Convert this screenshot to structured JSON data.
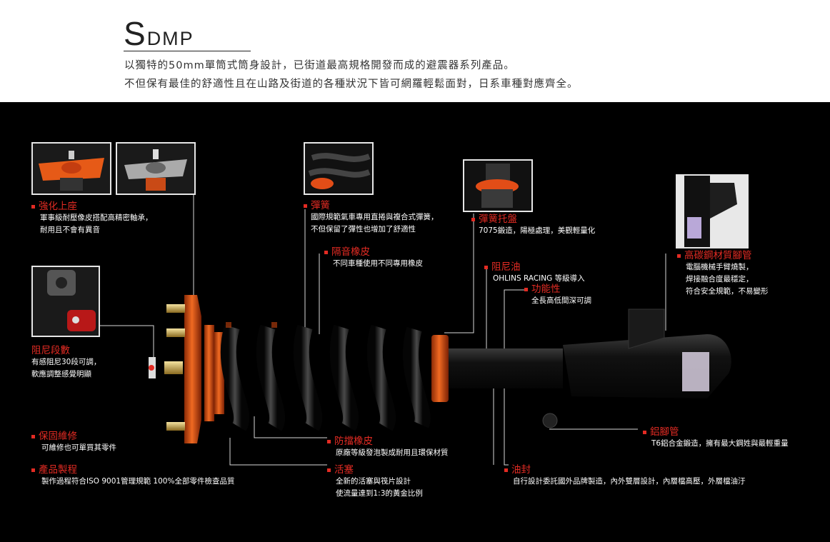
{
  "header": {
    "title_first": "S",
    "title_rest": "DMP",
    "line1": "以獨特的50mm單筒式筒身設計，已街道最高規格開發而成的避震器系列產品。",
    "line2": "不但保有最佳的舒適性且在山路及街道的各種狀況下皆可網羅輕鬆面對，日系車種對應齊全。"
  },
  "colors": {
    "accent": "#e32b23",
    "panel_bg": "#000000",
    "orange": "#e0561b"
  },
  "features": {
    "mount": {
      "title": "強化上座",
      "desc1": "軍事級耐壓像皮搭配高精密軸承，",
      "desc2": "耐用且不會有異音"
    },
    "damping": {
      "title": "阻尼段數",
      "desc1": "有感阻尼30段可調，",
      "desc2": "軟應調整感覺明顯"
    },
    "warranty": {
      "title": "保固維修",
      "desc1": "可維修也可單買其零件"
    },
    "process": {
      "title": "產品製程",
      "desc1": "製作過程符合ISO 9001管理規範 100%全部零件檢查品質"
    },
    "spring": {
      "title": "彈簧",
      "desc1": "國際規範氣車專用直捲與複合式彈簧，",
      "desc2": "不但保留了彈性也增加了舒適性"
    },
    "isolator": {
      "title": "隔音橡皮",
      "desc1": "不同車種使用不同專用橡皮"
    },
    "seat": {
      "title": "彈簧托盤",
      "desc1": "7075鍛造，陽極處理，美觀輕量化"
    },
    "oil": {
      "title": "阻尼油",
      "desc1": "OHLINS RACING 等級導入"
    },
    "function": {
      "title": "功能性",
      "desc1": "全長高低間深可調"
    },
    "bracket": {
      "title": "高碳鋼材質腳管",
      "desc1": "電腦機械手臂燒製，",
      "desc2": "焊接融合度最穩定，",
      "desc3": "符合安全規範，不易變形"
    },
    "bump": {
      "title": "防擋橡皮",
      "desc1": "原廠等級發泡製成耐用且環保材質"
    },
    "piston": {
      "title": "活塞",
      "desc1": "全新的活塞與筏片設計",
      "desc2": "使流量達到1:3的黃金比例"
    },
    "seal": {
      "title": "油封",
      "desc1": "自行設計委託國外品牌製造，內外雙層設計，內層檔高壓，外層檔油汙"
    },
    "tube": {
      "title": "鋁腳管",
      "desc1": "T6鋁合金鍛造，擁有最大鋼姓與最輕重量"
    }
  }
}
